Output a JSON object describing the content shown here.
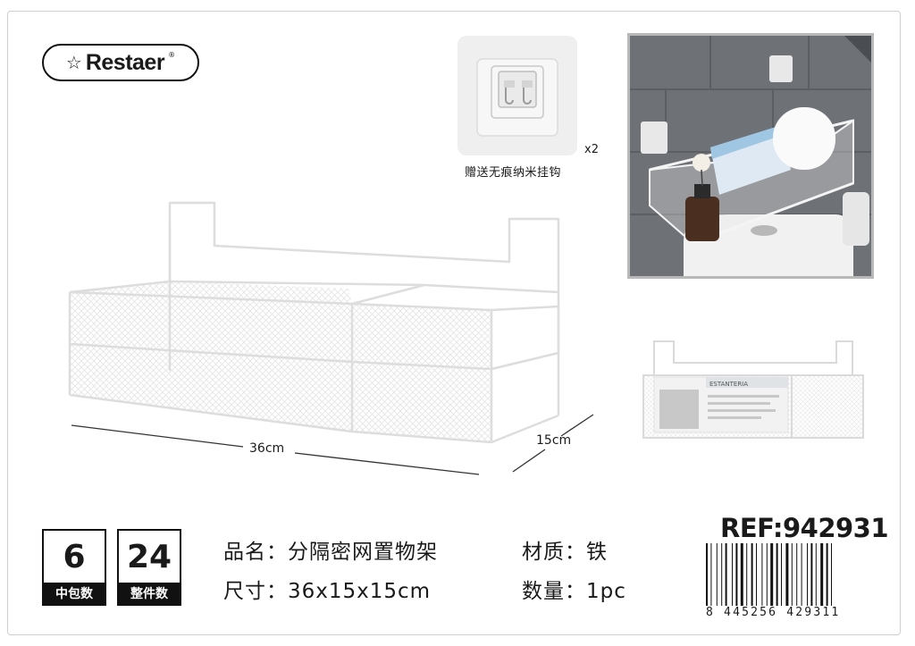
{
  "brand": {
    "name": "Restaer",
    "registered": "®"
  },
  "hook": {
    "quantity": "x2",
    "caption": "赠送无痕纳米挂钩"
  },
  "dimensions": {
    "length": "36cm",
    "width": "15cm"
  },
  "packing": [
    {
      "value": "6",
      "label": "中包数"
    },
    {
      "value": "24",
      "label": "整件数"
    }
  ],
  "info": {
    "name": "品名：分隔密网置物架",
    "size": "尺寸：36x15x15cm",
    "material": "材质：铁",
    "quantity": "数量：1pc"
  },
  "product_label": {
    "title": "ESTANTERIA"
  },
  "ref": "REF:942931",
  "barcode": "8 445256 429311",
  "colors": {
    "basket": "#dcdcdc",
    "background": "#ffffff",
    "text": "#1a1a1a"
  }
}
